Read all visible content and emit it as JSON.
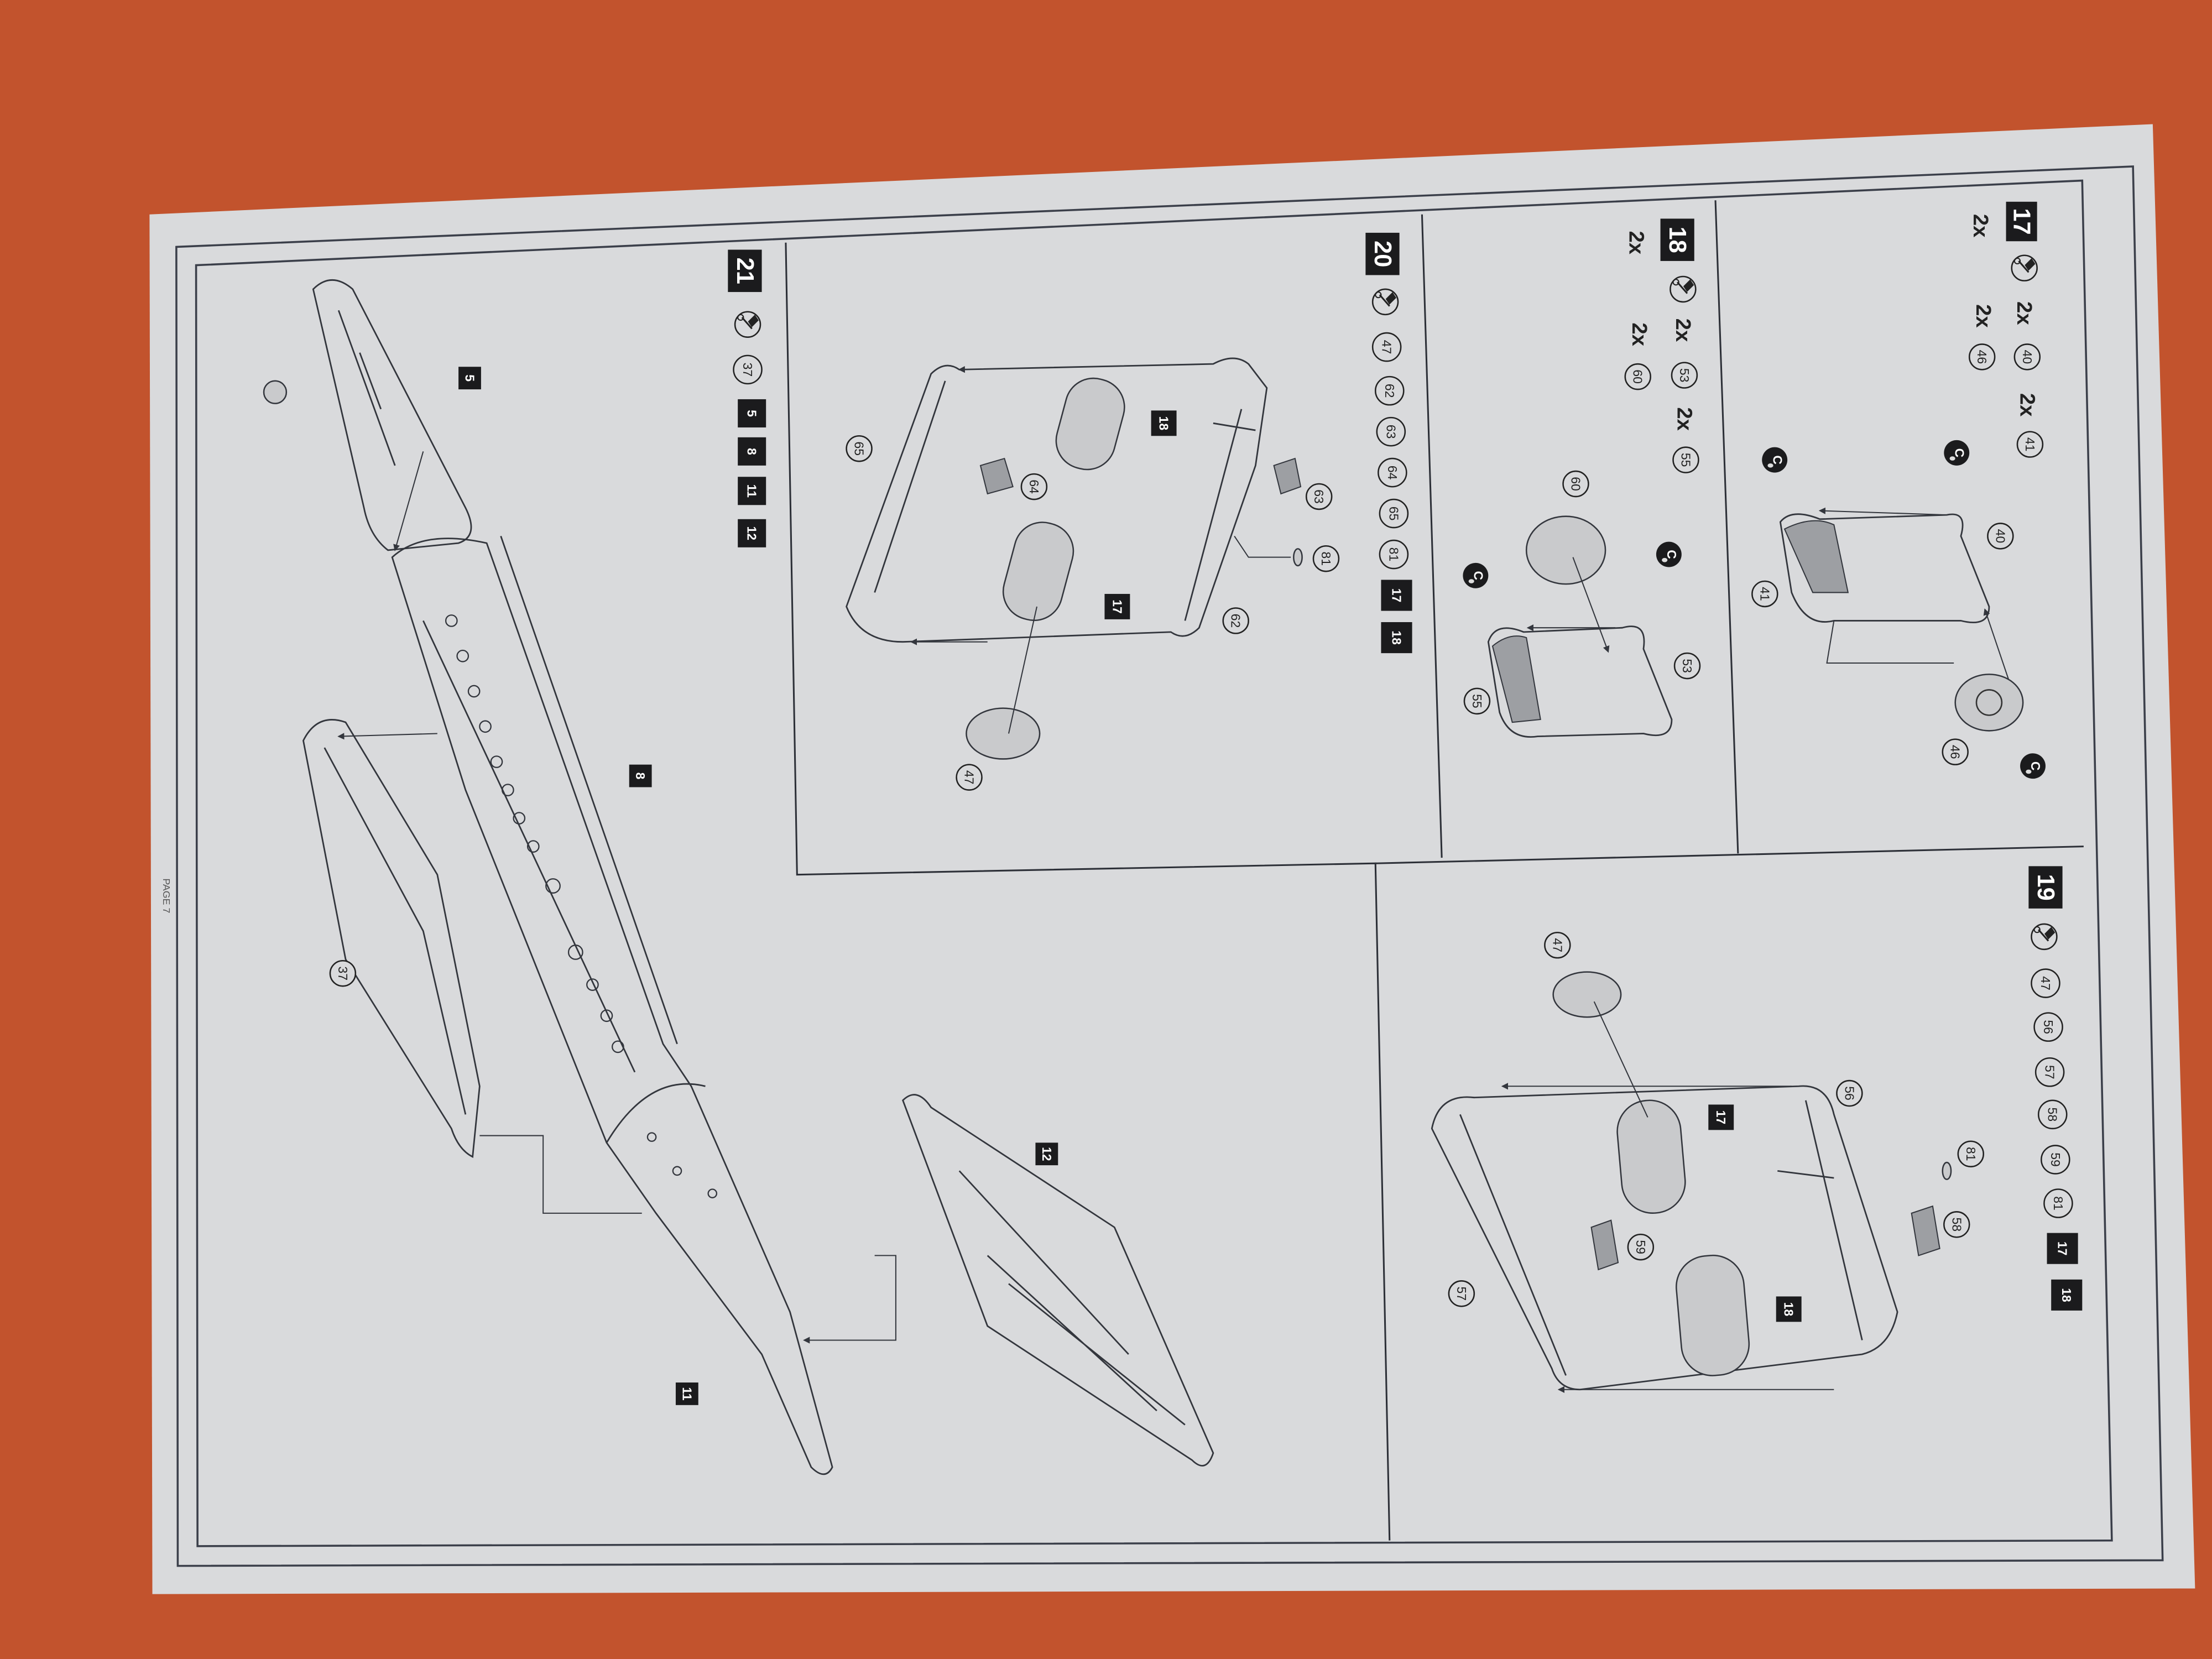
{
  "page_label": "PAGE 7",
  "qty": "2x",
  "steps": {
    "s17": {
      "number": "17",
      "parts": [
        "40",
        "41",
        "46"
      ],
      "callouts": [
        "40",
        "41",
        "46"
      ],
      "decal": "C"
    },
    "s18": {
      "number": "18",
      "parts": [
        "53",
        "55",
        "60"
      ],
      "callouts": [
        "60",
        "53",
        "55"
      ],
      "decal": "C"
    },
    "s19": {
      "number": "19",
      "parts": [
        "47",
        "56",
        "57",
        "58",
        "59",
        "81"
      ],
      "subassemblies": [
        "17",
        "18"
      ],
      "callouts": [
        "47",
        "56",
        "17",
        "81",
        "58",
        "59",
        "57",
        "18"
      ]
    },
    "s20": {
      "number": "20",
      "parts": [
        "47",
        "62",
        "63",
        "64",
        "65",
        "81"
      ],
      "subassemblies": [
        "17",
        "18"
      ],
      "callouts": [
        "65",
        "18",
        "64",
        "63",
        "81",
        "17",
        "62",
        "47"
      ]
    },
    "s21": {
      "number": "21",
      "parts": [
        "37"
      ],
      "subassemblies": [
        "5",
        "8",
        "11",
        "12"
      ],
      "callouts": [
        "5",
        "8",
        "37",
        "11",
        "12"
      ]
    }
  },
  "icons": {
    "glue": "glue-tube-icon",
    "decal": "decal-icon"
  }
}
